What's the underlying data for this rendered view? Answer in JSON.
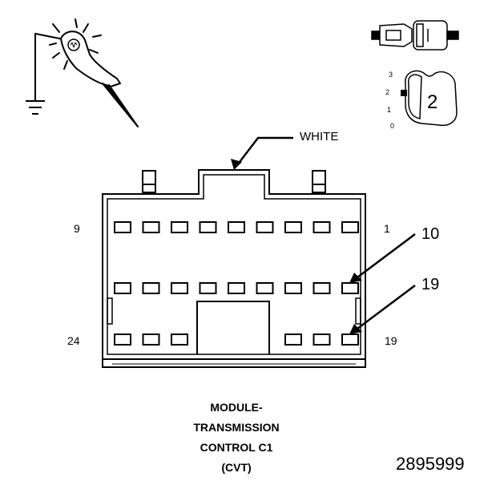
{
  "connector": {
    "color_label": "WHITE",
    "pin_labels": {
      "top_left": "9",
      "top_right": "1",
      "bottom_left": "24",
      "bottom_right": "19"
    },
    "callouts": {
      "upper": "10",
      "lower": "19"
    },
    "title_lines": [
      "MODULE-",
      "TRANSMISSION",
      "CONTROL C1",
      "(CVT)"
    ],
    "rows": {
      "row1_cavities": 9,
      "row2_cavities": 9,
      "row3_left_cavities": 3,
      "row3_right_cavities": 3
    }
  },
  "lock_indicator": {
    "positions": [
      "3",
      "2",
      "1",
      "0"
    ],
    "selected": "2"
  },
  "figure_number": "2895999",
  "icons": [
    "test-light-probe-icon",
    "ground-symbol-icon",
    "connector-lock-side-icon",
    "lock-position-dial-icon"
  ],
  "colors": {
    "line": "#000000",
    "background": "#ffffff"
  }
}
